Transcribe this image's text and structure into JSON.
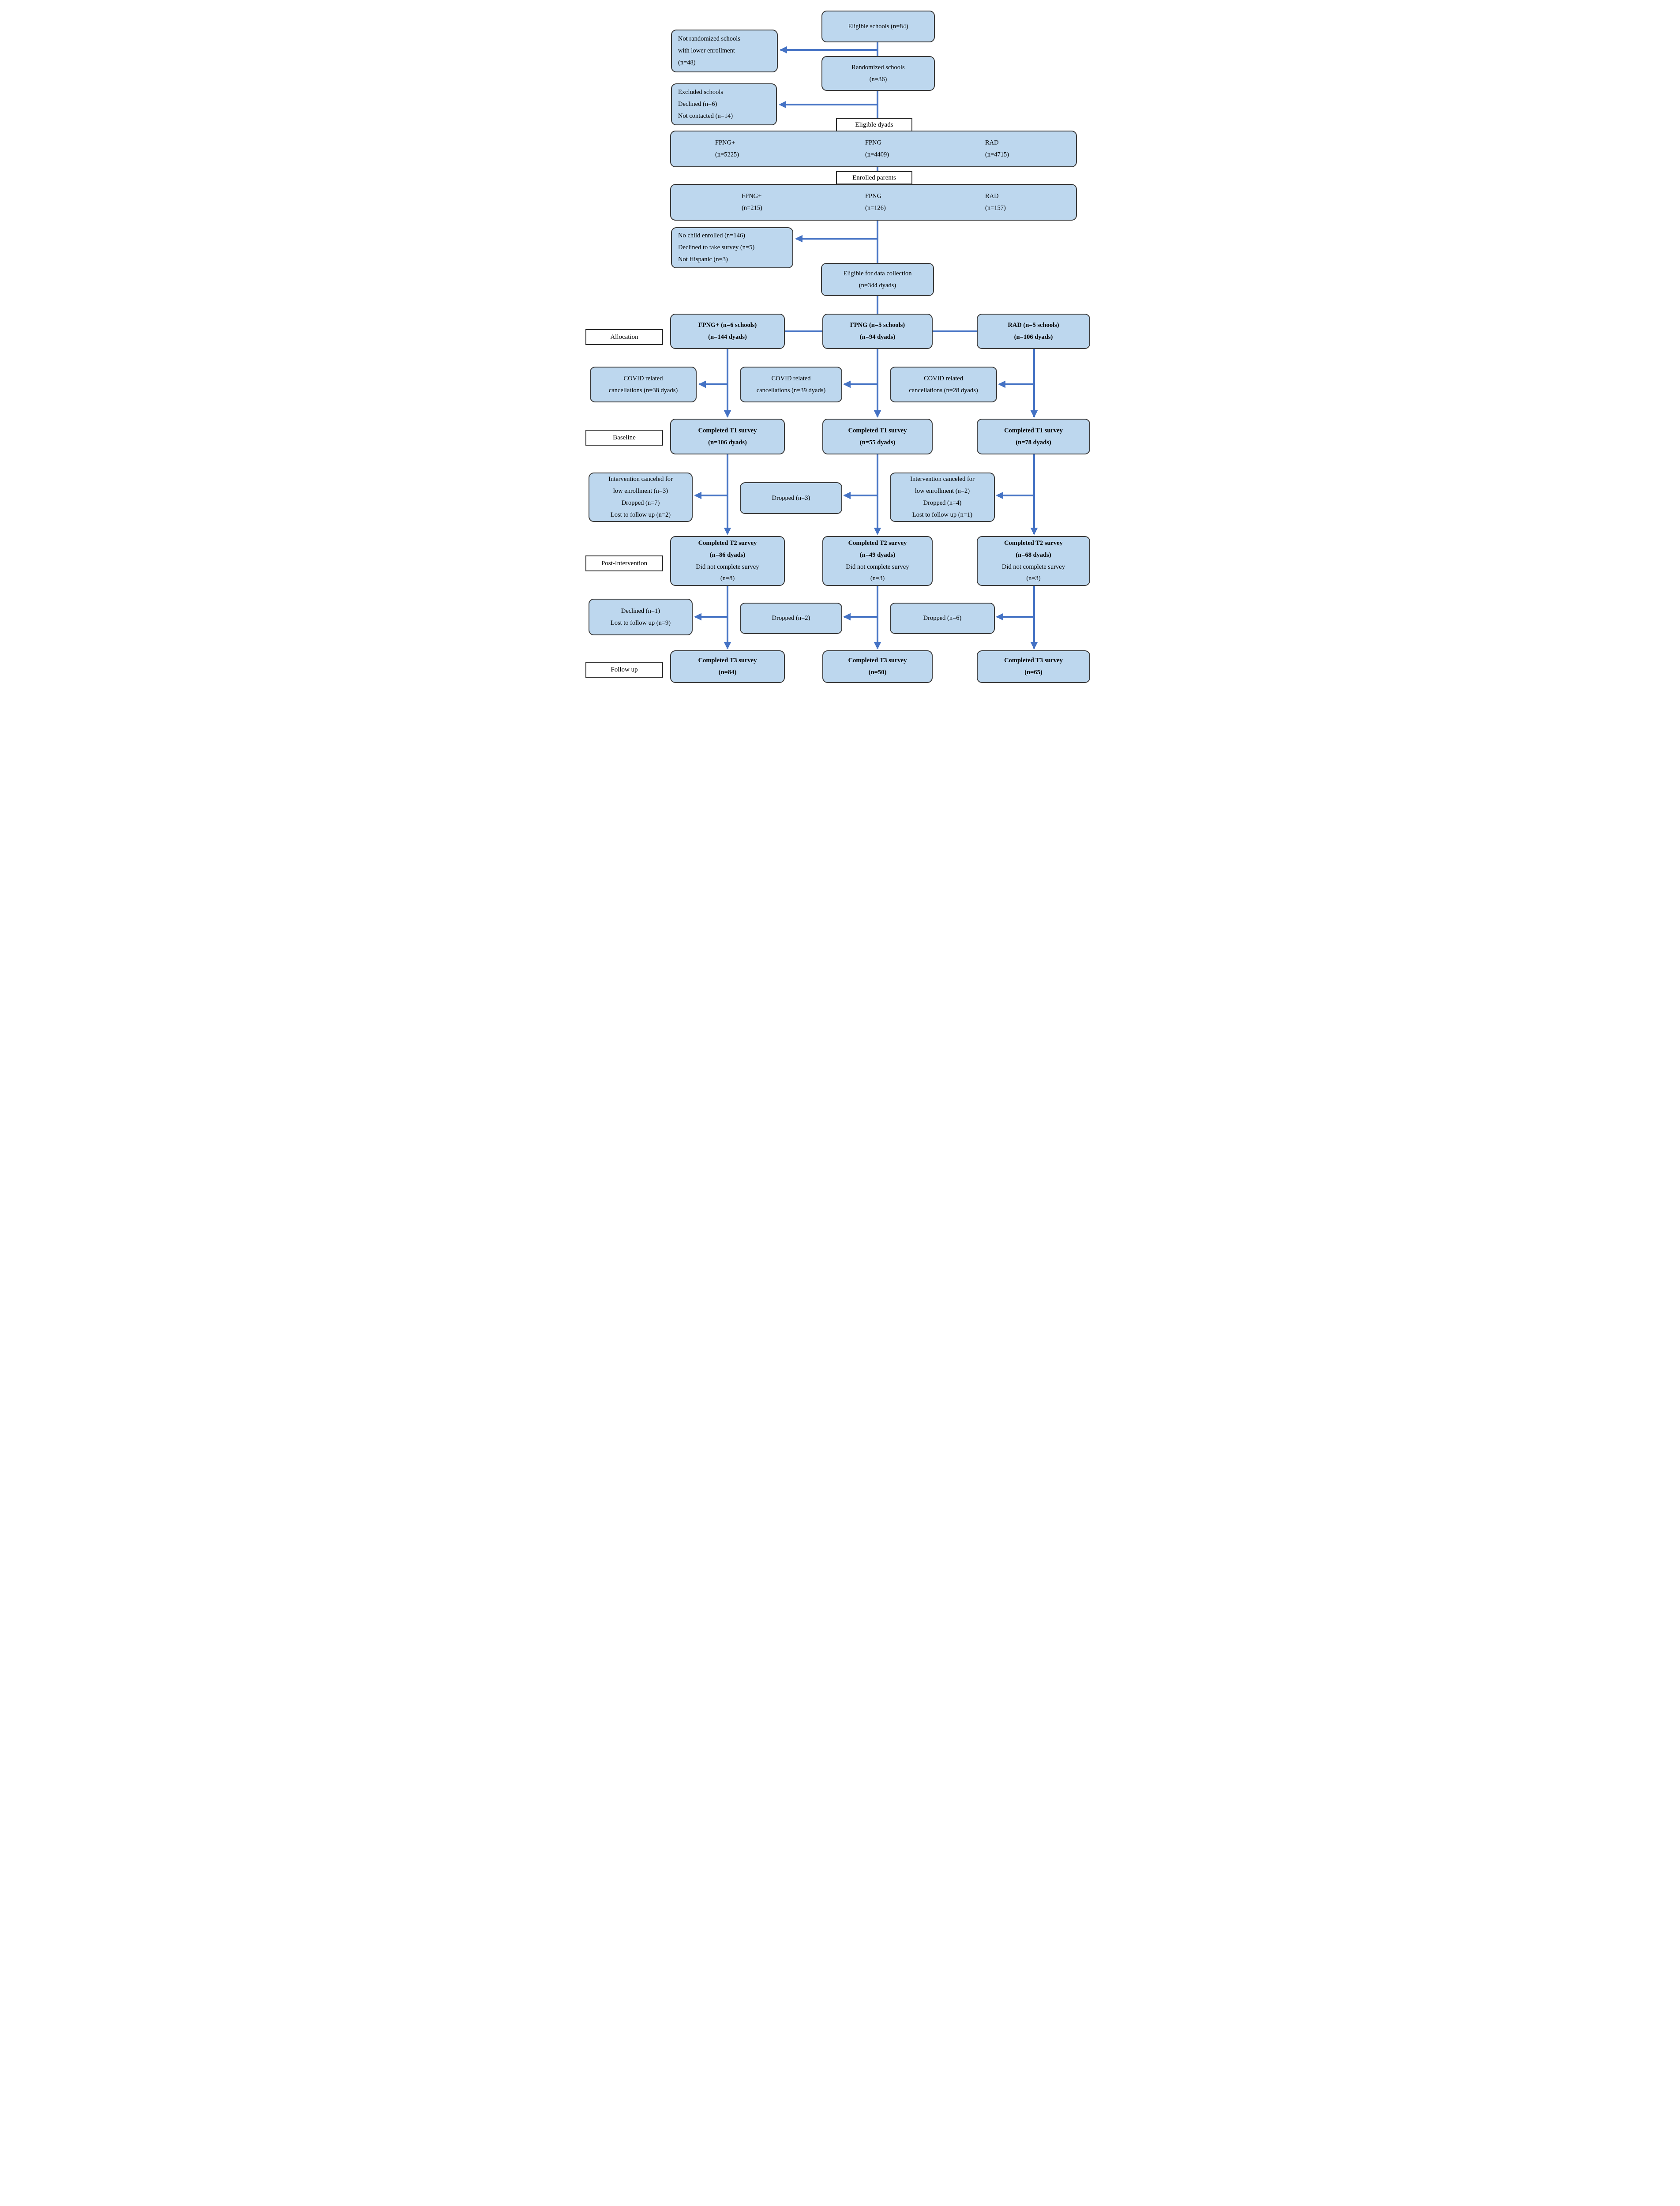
{
  "colors": {
    "box_fill": "#BDD7EE",
    "box_border": "#3A3A3A",
    "arrow_blue": "#4472C4",
    "label_bg": "#FFFFFF"
  },
  "nodes": {
    "eligible_schools": {
      "text": "Eligible schools (n=84)"
    },
    "not_randomized": {
      "text": "Not randomized schools\nwith lower enrollment\n(n=48)"
    },
    "randomized": {
      "text": "Randomized schools\n(n=36)"
    },
    "excluded": {
      "text": "Excluded schools\nDeclined (n=6)\nNot contacted (n=14)"
    },
    "eligible_dyads_label": {
      "text": "Eligible dyads"
    },
    "eligible_dyads": {
      "fpng_plus": "FPNG+\n(n=5225)",
      "fpng": "FPNG\n(n=4409)",
      "rad": "RAD\n(n=4715)"
    },
    "enrolled_parents_label": {
      "text": "Enrolled parents"
    },
    "enrolled_parents": {
      "fpng_plus": "FPNG+\n(n=215)",
      "fpng": "FPNG\n(n=126)",
      "rad": "RAD\n(n=157)"
    },
    "pre_collection_exclusions": {
      "text": "No child enrolled (n=146)\nDeclined to take survey (n=5)\nNot Hispanic  (n=3)"
    },
    "eligible_data_collection": {
      "text": "Eligible for data collection\n(n=344 dyads)"
    },
    "stage_allocation": {
      "text": "Allocation"
    },
    "alloc_fpng_plus": {
      "text": "FPNG+ (n=6 schools)\n(n=144 dyads)"
    },
    "alloc_fpng": {
      "text": "FPNG  (n=5 schools)\n(n=94 dyads)"
    },
    "alloc_rad": {
      "text": "RAD (n=5 schools)\n(n=106 dyads)"
    },
    "covid_fpng_plus": {
      "text": "COVID related\ncancellations (n=38 dyads)"
    },
    "covid_fpng": {
      "text": "COVID related\ncancellations (n=39 dyads)"
    },
    "covid_rad": {
      "text": "COVID related\ncancellations (n=28 dyads)"
    },
    "stage_baseline": {
      "text": "Baseline"
    },
    "t1_fpng_plus": {
      "text": "Completed T1 survey\n(n=106 dyads)"
    },
    "t1_fpng": {
      "text": "Completed T1 survey\n(n=55 dyads)"
    },
    "t1_rad": {
      "text": "Completed T1 survey\n(n=78 dyads)"
    },
    "attrition_t1_fpng_plus": {
      "text": "Intervention canceled for\nlow enrollment (n=3)\nDropped (n=7)\nLost to follow up (n=2)"
    },
    "attrition_t1_fpng": {
      "text": "Dropped (n=3)"
    },
    "attrition_t1_rad": {
      "text": "Intervention canceled for\nlow enrollment (n=2)\nDropped (n=4)\nLost to follow up (n=1)"
    },
    "stage_post_intervention": {
      "text": "Post-Intervention"
    },
    "t2_fpng_plus": {
      "bold": "Completed T2 survey\n(n=86 dyads)",
      "rest": "Did not complete survey\n(n=8)"
    },
    "t2_fpng": {
      "bold": "Completed T2 survey\n(n=49 dyads)",
      "rest": "Did not complete survey\n(n=3)"
    },
    "t2_rad": {
      "bold": "Completed T2 survey\n(n=68 dyads)",
      "rest": "Did not complete survey\n(n=3)"
    },
    "attrition_t2_fpng_plus": {
      "text": "Declined (n=1)\nLost to follow up (n=9)"
    },
    "attrition_t2_fpng": {
      "text": "Dropped (n=2)"
    },
    "attrition_t2_rad": {
      "text": "Dropped (n=6)"
    },
    "stage_follow_up": {
      "text": "Follow up"
    },
    "t3_fpng_plus": {
      "text": "Completed T3 survey\n(n=84)"
    },
    "t3_fpng": {
      "text": "Completed T3 survey\n(n=50)"
    },
    "t3_rad": {
      "text": "Completed T3 survey\n(n=65)"
    }
  }
}
